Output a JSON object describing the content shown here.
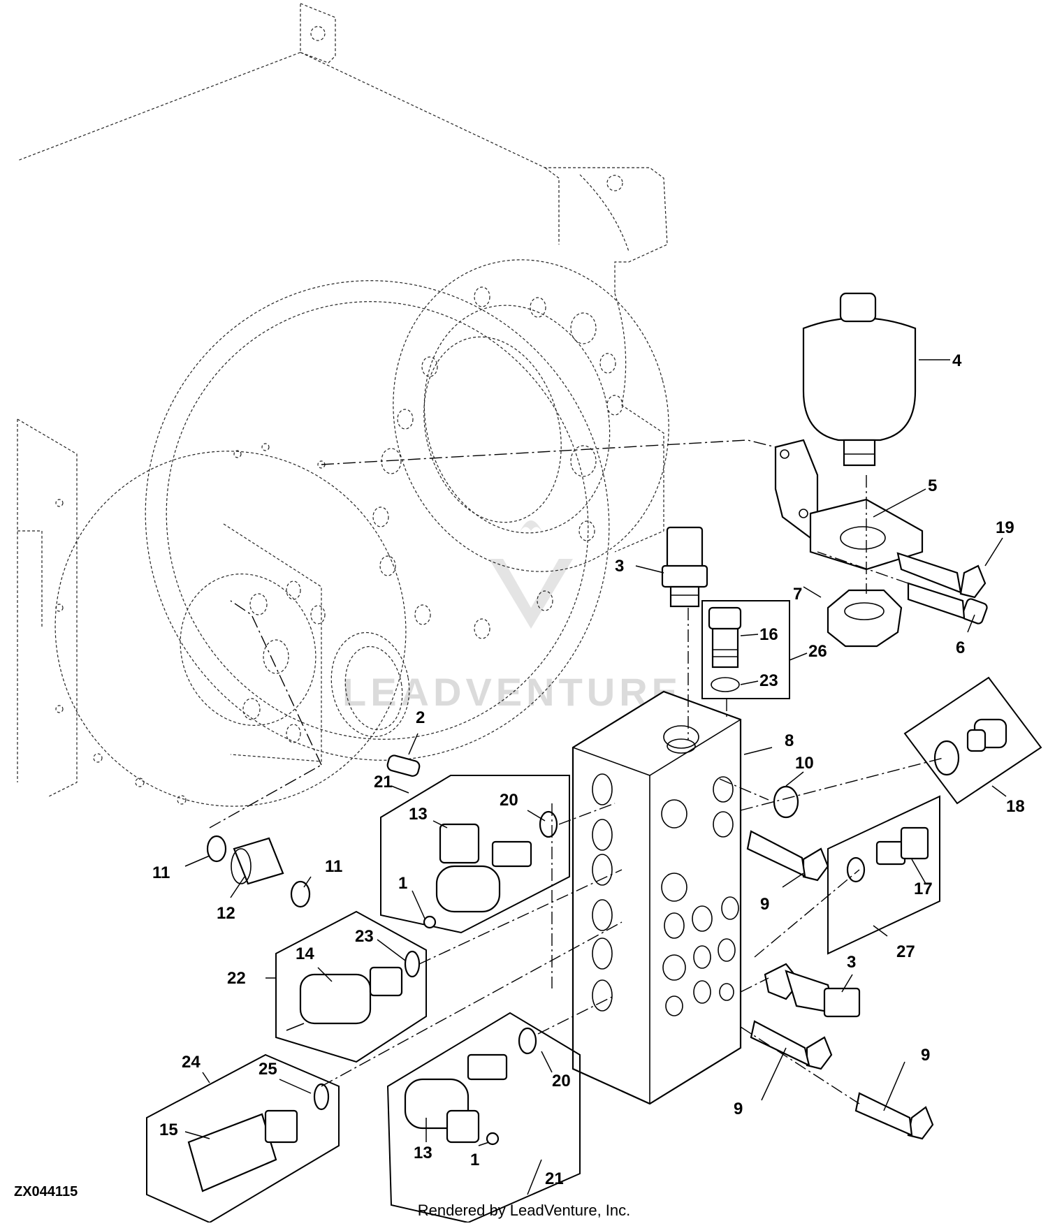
{
  "figure_id": "ZX044115",
  "credit": "Rendered by LeadVenture, Inc.",
  "watermark": "LEADVENTURE",
  "callouts": {
    "c4": "4",
    "c5": "5",
    "c19": "19",
    "c3a": "3",
    "c7": "7",
    "c16": "16",
    "c6": "6",
    "c26": "26",
    "c23a": "23",
    "c2": "2",
    "c8": "8",
    "c10": "10",
    "c18": "18",
    "c21a": "21",
    "c20a": "20",
    "c13a": "13",
    "c1a": "1",
    "c11a": "11",
    "c11b": "11",
    "c12": "12",
    "c9a": "9",
    "c17": "17",
    "c27": "27",
    "c23b": "23",
    "c14": "14",
    "c22": "22",
    "c3b": "3",
    "c24": "24",
    "c25": "25",
    "c15": "15",
    "c9b": "9",
    "c9c": "9",
    "c20b": "20",
    "c13b": "13",
    "c1b": "1",
    "c21b": "21"
  }
}
